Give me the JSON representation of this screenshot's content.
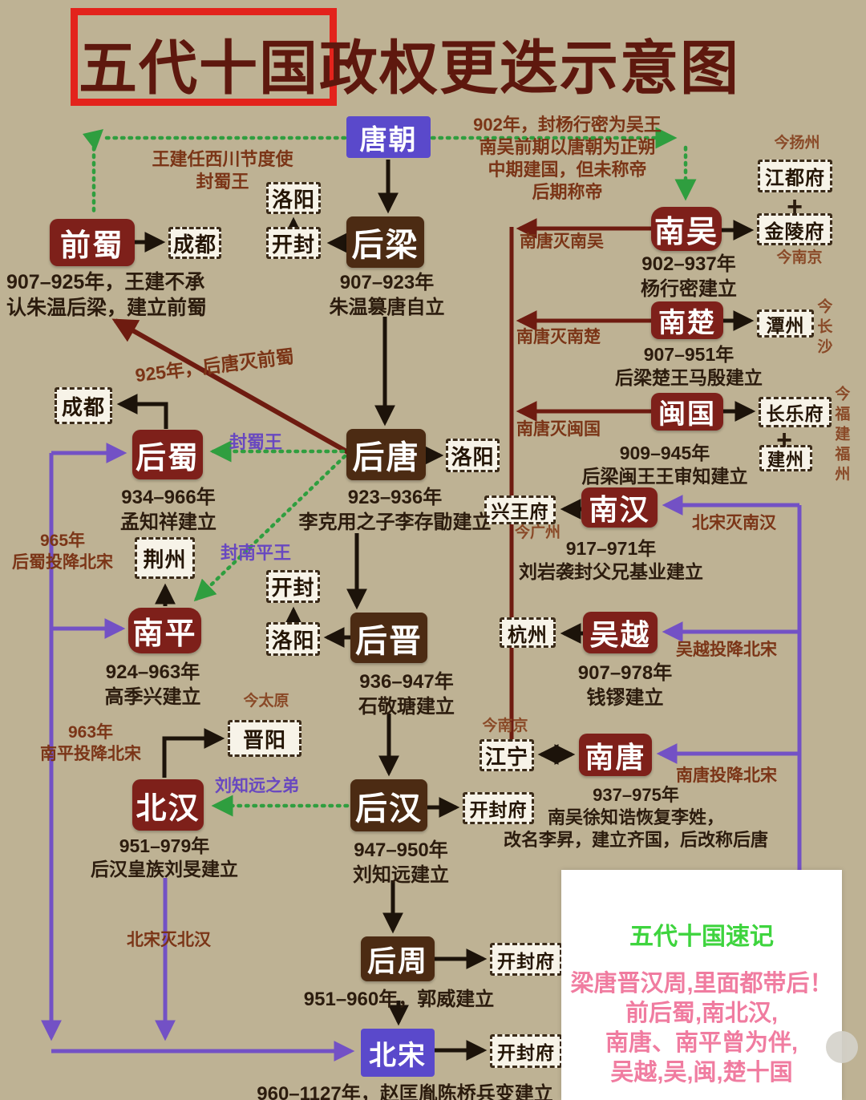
{
  "title": "五代十国政权更迭示意图",
  "boxes": {
    "tang": "唐朝",
    "houliang": "后梁",
    "houtang": "后唐",
    "houjin": "后晋",
    "houhan": "后汉",
    "houzhou": "后周",
    "beisong": "北宋",
    "qianshu": "前蜀",
    "houshu": "后蜀",
    "nanping": "南平",
    "beihan": "北汉",
    "nanwu": "南吴",
    "nanchu": "南楚",
    "minguo": "闽国",
    "nanhan": "南汉",
    "wuyue": "吴越",
    "nantang": "南唐"
  },
  "capitals": {
    "luoyang": "洛阳",
    "kaifeng": "开封",
    "chengdu": "成都",
    "kaifengfu": "开封府",
    "jingzhou": "荆州",
    "jinyang": "晋阳",
    "jiangning": "江宁",
    "xingwangfu": "兴王府",
    "hangzhou": "杭州",
    "jiangdufu": "江都府",
    "jinlingfu": "金陵府",
    "tanzhou": "潭州",
    "changlefu": "长乐府",
    "jianzhou": "建州",
    "plus": "+"
  },
  "notes": {
    "wang_jian": "王建任西川节度使\n封蜀王",
    "yang_xingmi": "902年，封杨行密为吴王\n南吴前期以唐朝为正朔\n中期建国，但未称帝\n后期称帝",
    "qianshu_desc": "907–925年，王建不承\n认朱温后梁，建立前蜀",
    "houliang_desc": "907–923年\n朱温篡唐自立",
    "nanwu_desc": "902–937年\n杨行密建立",
    "nanwu_fall": "南唐灭南吴",
    "nanchu_fall": "南唐灭南楚",
    "minguo_fall": "南唐灭闽国",
    "nanchu_desc": "907–951年\n后梁楚王马殷建立",
    "minguo_desc": "909–945年\n后梁闽王王审知建立",
    "qianshu_fall": "925年，后唐灭前蜀",
    "houtang_desc": "923–936年\n李克用之子李存勖建立",
    "feng_shu_wang": "封蜀王",
    "feng_nanping_wang": "封南平王",
    "houshu_desc": "934–966年\n孟知祥建立",
    "houshu_surrender": "965年\n后蜀投降北宋",
    "nanping_desc": "924–963年\n高季兴建立",
    "nanping_surrender": "963年\n南平投降北宋",
    "nanhan_desc": "917–971年\n刘岩袭封父兄基业建立",
    "nanhan_fall": "北宋灭南汉",
    "wuyue_desc": "907–978年\n钱镠建立",
    "wuyue_surrender": "吴越投降北宋",
    "nantang_desc": "937–975年\n南吴徐知诰恢复李姓，\n改名李昇，建立齐国，后改称后唐",
    "nantang_surrender": "南唐投降北宋",
    "liu_zhiyuan": "刘知远之弟",
    "beihan_desc": "951–979年\n后汉皇族刘旻建立",
    "houhan_desc": "947–950年\n刘知远建立",
    "beihan_fall": "北宋灭北汉",
    "houjin_desc": "936–947年\n石敬瑭建立",
    "houzhou_desc": "951–960年，郭威建立",
    "beisong_desc": "960–1127年，赵匡胤陈桥兵变建立",
    "now_yangzhou": "今扬州",
    "now_nanjing1": "今南京",
    "now_changsha": "今长沙",
    "now_fuzhou": "今福建福州",
    "now_guangzhou": "今广州",
    "now_taiyuan": "今太原",
    "now_nanjing2": "今南京"
  },
  "mnemonic": {
    "title": "五代十国速记",
    "lines": [
      "梁唐晋汉周,里面都带后！",
      "前后蜀,南北汉,",
      "南唐、南平曾为伴,",
      "吴越,吴,闽,楚十国"
    ]
  },
  "colors": {
    "background": "#beb294",
    "imperial_purple": "#5a49cb",
    "dynasty_brown": "#4c2b13",
    "kingdom_maroon": "#7e201a",
    "capital_box_bg": "#f7f3e8",
    "black_arrow": "#1c130a",
    "maroon_arrow": "#6e1b10",
    "purple_arrow": "#7351c5",
    "green_arrow": "#2f9e3f",
    "brown_note": "#7b3517",
    "purple_note": "#6848c0",
    "title_maroon": "#5e180e",
    "red_frame": "#e3231c",
    "mnemonic_green": "#3ed43e",
    "mnemonic_pink": "#f07ca0"
  }
}
